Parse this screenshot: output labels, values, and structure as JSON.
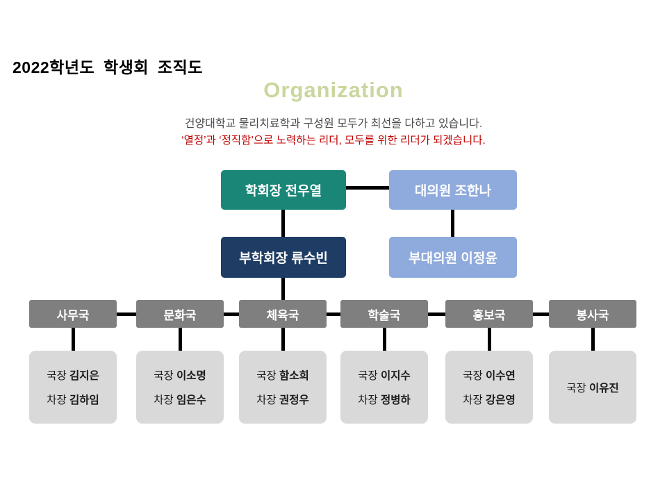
{
  "slide": {
    "title": "2022학년도 학생회 조직도",
    "heading": "Organization",
    "subtitle1": "건양대학교 물리치료학과 구성원 모두가 최선을 다하고 있습니다.",
    "subtitle2": "‘열정’과 ‘정직함’으로 노력하는 리더, 모두를 위한 리더가 되겠습니다."
  },
  "colors": {
    "teal": "#1a8678",
    "navy": "#1e3c64",
    "light_blue": "#8faadc",
    "gray_box": "#7f7f7f",
    "light_gray_box": "#d9d9d9",
    "heading_green": "#c9d79e",
    "red_text": "#c00000",
    "subtitle_gray": "#4a4a4a",
    "line_black": "#000000"
  },
  "org": {
    "president": "학회장 전우열",
    "representative": "대의원 조한나",
    "vice_president": "부학회장 류수빈",
    "vice_representative": "부대의원 이정윤",
    "departments": [
      {
        "name": "사무국",
        "members": [
          {
            "role": "국장",
            "name": "김지은"
          },
          {
            "role": "차장",
            "name": "김하임"
          }
        ]
      },
      {
        "name": "문화국",
        "members": [
          {
            "role": "국장",
            "name": "이소명"
          },
          {
            "role": "차장",
            "name": "임은수"
          }
        ]
      },
      {
        "name": "체육국",
        "members": [
          {
            "role": "국장",
            "name": "함소희"
          },
          {
            "role": "차장",
            "name": "권정우"
          }
        ]
      },
      {
        "name": "학술국",
        "members": [
          {
            "role": "국장",
            "name": "이지수"
          },
          {
            "role": "차장",
            "name": "정병하"
          }
        ]
      },
      {
        "name": "홍보국",
        "members": [
          {
            "role": "국장",
            "name": "이수연"
          },
          {
            "role": "차장",
            "name": "강은영"
          }
        ]
      },
      {
        "name": "봉사국",
        "members": [
          {
            "role": "국장",
            "name": "이유진"
          }
        ]
      }
    ]
  }
}
